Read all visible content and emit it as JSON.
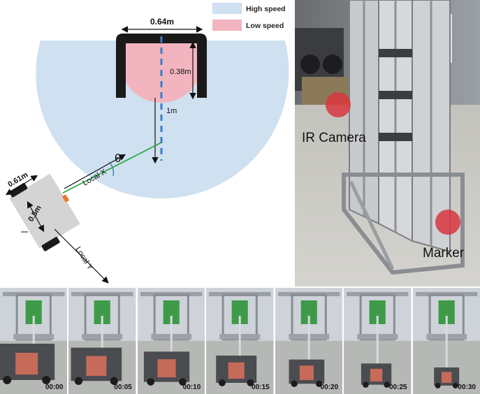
{
  "legend": {
    "high_speed": "High speed",
    "low_speed": "Low speed",
    "high_color": "#cfe0f0",
    "low_color": "#f2b5bf"
  },
  "dims": {
    "dock_width": "0.64m",
    "dock_depth": "0.38m",
    "approach_distance": "1m",
    "robot_width": "0.61m",
    "robot_length": "0.5m"
  },
  "axes": {
    "local_x": "Local X",
    "local_y": "Local Y",
    "angle": "θ"
  },
  "photo": {
    "ir_camera": "IR Camera",
    "marker": "Marker",
    "marker_color": "#d9363e"
  },
  "timeline": {
    "timestamps": [
      "00:00",
      "00:05",
      "00:10",
      "00:15",
      "00:20",
      "00:25",
      "00:30"
    ]
  }
}
